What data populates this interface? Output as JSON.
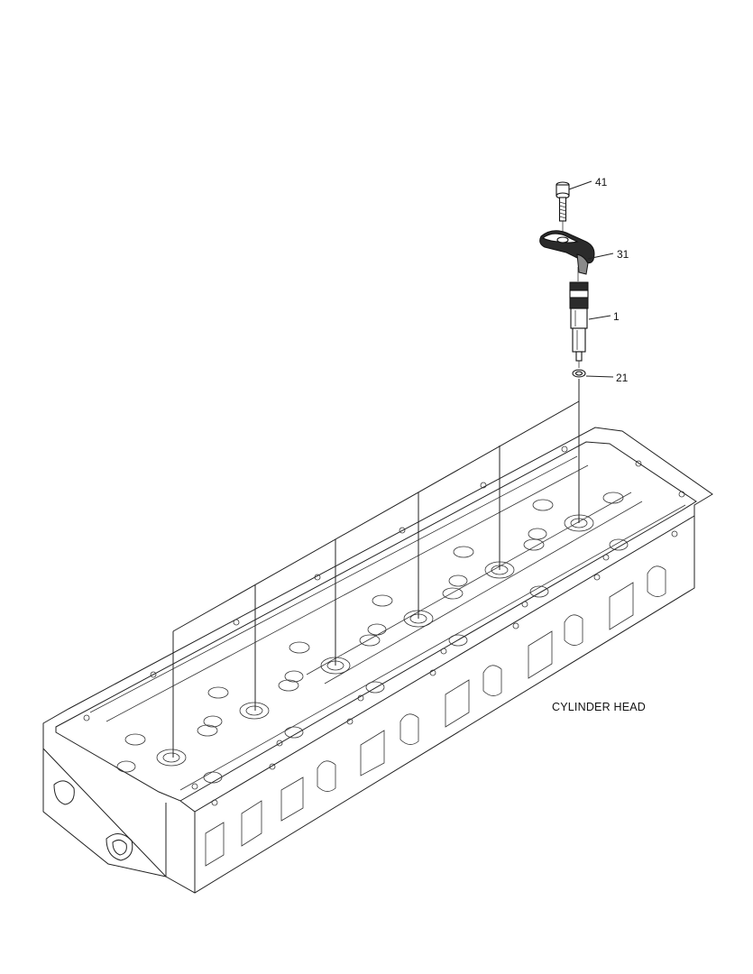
{
  "callouts": [
    {
      "id": "41",
      "label": "41"
    },
    {
      "id": "31",
      "label": "31"
    },
    {
      "id": "1",
      "label": "1"
    },
    {
      "id": "21",
      "label": "21"
    }
  ],
  "assembly_label": "CYLINDER HEAD"
}
